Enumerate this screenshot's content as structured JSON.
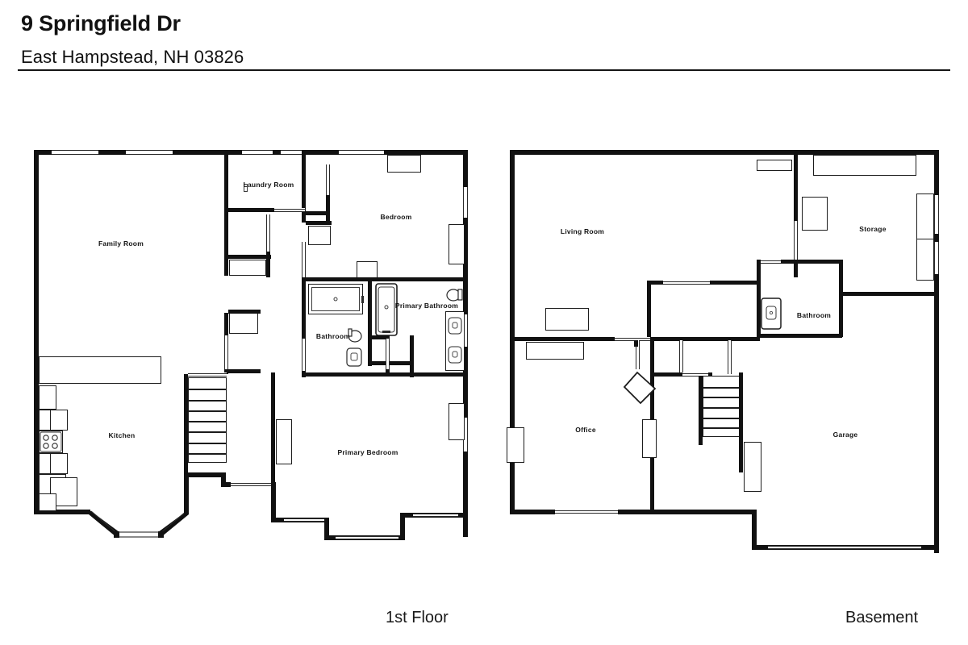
{
  "header": {
    "street_address": "9 Springfield Dr",
    "city_state_zip": "East Hampstead, NH 03826"
  },
  "plans": [
    {
      "id": "first-floor",
      "caption": "1st Floor",
      "rooms": [
        {
          "key": "family-room",
          "label": "Family Room"
        },
        {
          "key": "laundry-room",
          "label": "Laundry Room"
        },
        {
          "key": "bedroom",
          "label": "Bedroom"
        },
        {
          "key": "bathroom",
          "label": "Bathroom"
        },
        {
          "key": "primary-bathroom",
          "label": "Primary Bathroom"
        },
        {
          "key": "kitchen",
          "label": "Kitchen"
        },
        {
          "key": "primary-bedroom",
          "label": "Primary Bedroom"
        }
      ]
    },
    {
      "id": "basement",
      "caption": "Basement",
      "rooms": [
        {
          "key": "living-room",
          "label": "Living Room"
        },
        {
          "key": "storage",
          "label": "Storage"
        },
        {
          "key": "bathroom",
          "label": "Bathroom"
        },
        {
          "key": "office",
          "label": "Office"
        },
        {
          "key": "garage",
          "label": "Garage"
        }
      ]
    }
  ],
  "legend": {
    "wall_color": "#111111",
    "window_color": "#ffffff",
    "fixture_outline": "#1d1d1d",
    "background": "#ffffff",
    "text_color": "#141414"
  }
}
